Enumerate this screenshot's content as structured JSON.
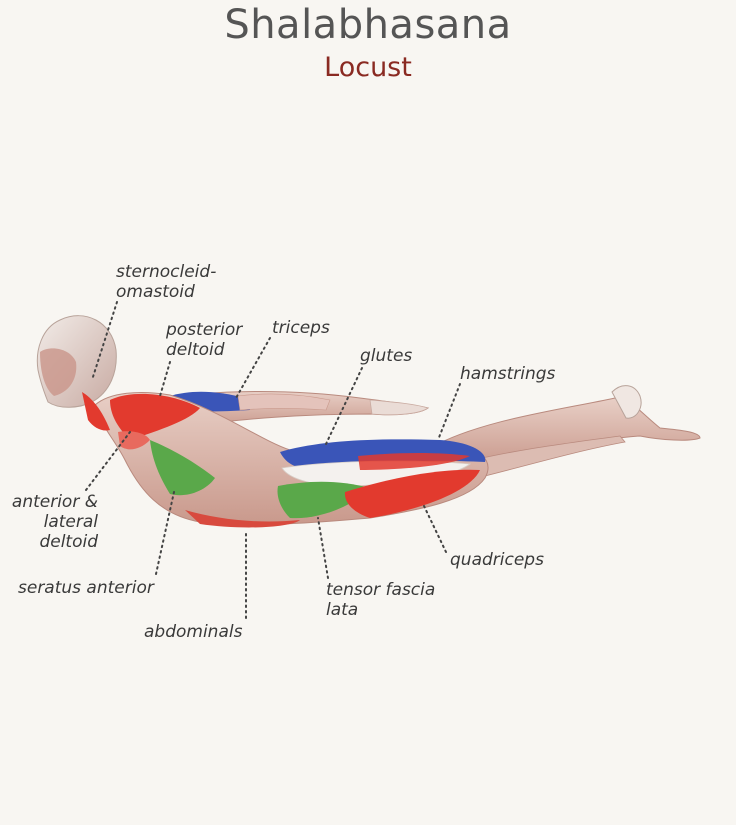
{
  "title": "Shalabhasana",
  "subtitle": "Locust",
  "labels": {
    "sternocleidomastoid": [
      "sternocleid-",
      "omastoid"
    ],
    "posterior_deltoid": [
      "posterior",
      "deltoid"
    ],
    "triceps": [
      "triceps"
    ],
    "glutes": [
      "glutes"
    ],
    "hamstrings": [
      "hamstrings"
    ],
    "anterior_lateral_deltoid": [
      "anterior &",
      "lateral",
      "deltoid"
    ],
    "seratus_anterior": [
      "seratus anterior"
    ],
    "abdominals": [
      "abdominals"
    ],
    "tensor_fascia_lata": [
      "tensor fascia",
      "lata"
    ],
    "quadriceps": [
      "quadriceps"
    ]
  },
  "colors": {
    "title": "#555555",
    "subtitle": "#8a2a22",
    "muscle_red": "#e23a2e",
    "muscle_blue": "#3a55b8",
    "muscle_green": "#5aa84a",
    "skin": "#d9b5a8"
  }
}
